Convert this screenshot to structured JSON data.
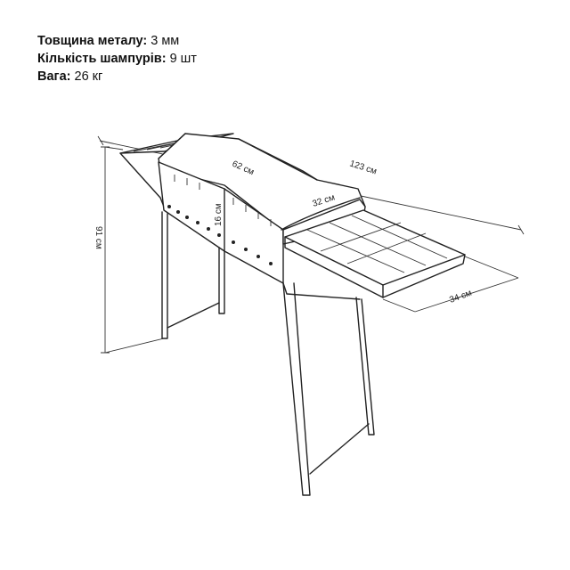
{
  "specs": [
    {
      "label": "Товщина металу:",
      "value": "3 мм"
    },
    {
      "label": "Кількість шампурів:",
      "value": "9 шт"
    },
    {
      "label": "Вага:",
      "value": "26 кг"
    }
  ],
  "dimensions": {
    "length_total": "123 см",
    "length_body": "62 см",
    "width_body": "32 см",
    "height_body": "16 см",
    "height_total": "91 см",
    "width_shelf": "34 см"
  }
}
